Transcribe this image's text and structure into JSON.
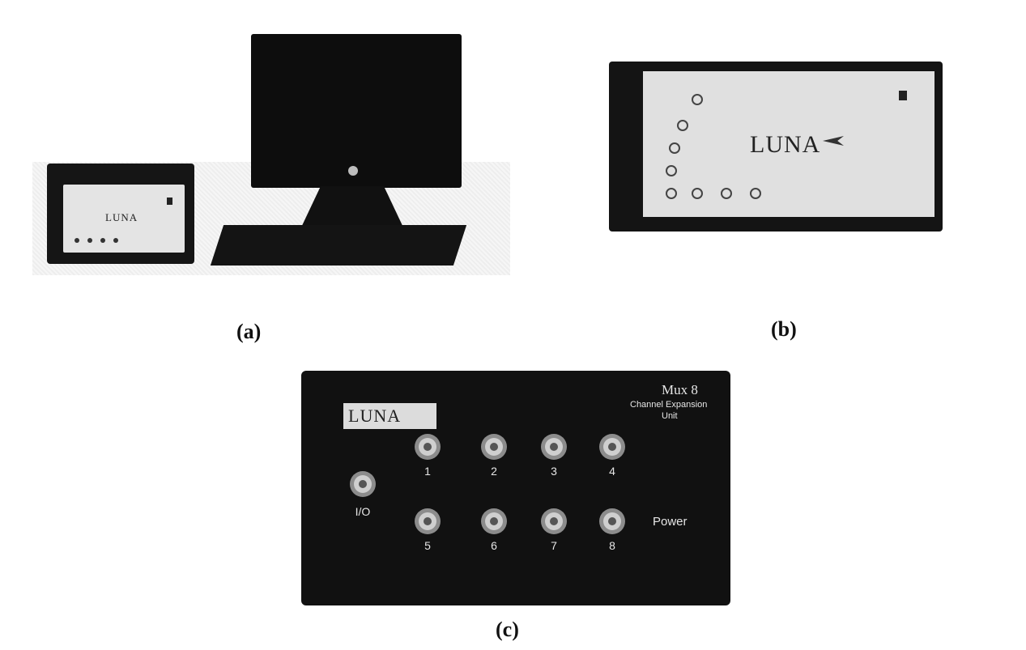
{
  "captions": {
    "a": "(a)",
    "b": "(b)",
    "c": "(c)"
  },
  "panel_a": {
    "logo": "LUNA"
  },
  "panel_b": {
    "logo": "LUNA"
  },
  "panel_c": {
    "logo": "LUNA",
    "product": "Mux 8",
    "subtitle_line1": "Channel Expansion",
    "subtitle_line2": "Unit",
    "io_label": "I/O",
    "power_label": "Power",
    "ports": [
      "1",
      "2",
      "3",
      "4",
      "5",
      "6",
      "7",
      "8"
    ]
  },
  "colors": {
    "device_body": "#111111",
    "faceplate": "#e2e2e2",
    "background": "#ffffff"
  }
}
